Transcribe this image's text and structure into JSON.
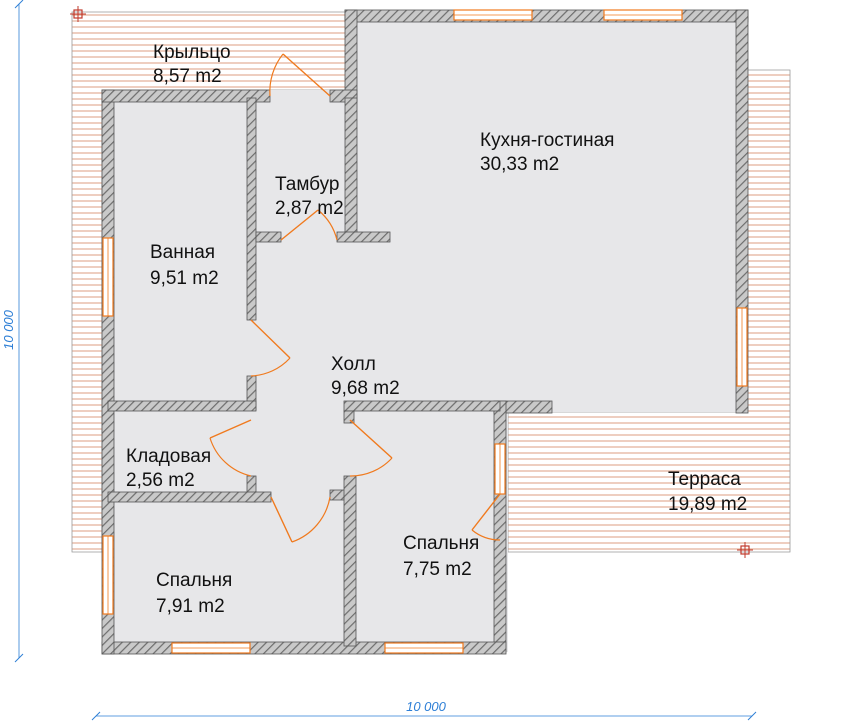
{
  "plan": {
    "rooms": [
      {
        "name": "Крыльцо",
        "area": "8,57 m2"
      },
      {
        "name": "Кухня-гостиная",
        "area": "30,33 m2"
      },
      {
        "name": "Тамбур",
        "area": "2,87 m2"
      },
      {
        "name": "Ванная",
        "area": "9,51 m2"
      },
      {
        "name": "Холл",
        "area": "9,68 m2"
      },
      {
        "name": "Кладовая",
        "area": "2,56 m2"
      },
      {
        "name": "Терраса",
        "area": "19,89 m2"
      },
      {
        "name": "Спальня",
        "area": "7,75 m2"
      },
      {
        "name": "Спальня",
        "area": "7,91 m2"
      }
    ],
    "dimensions": {
      "width": "10 000",
      "height": "10 000"
    },
    "colors": {
      "wall_hatch": "#7f7f7f",
      "floor": "#e7e7e9",
      "deck_lines": "#e3ae96",
      "openings": "#f07a1e",
      "dimension": "#2e7fd6"
    }
  }
}
